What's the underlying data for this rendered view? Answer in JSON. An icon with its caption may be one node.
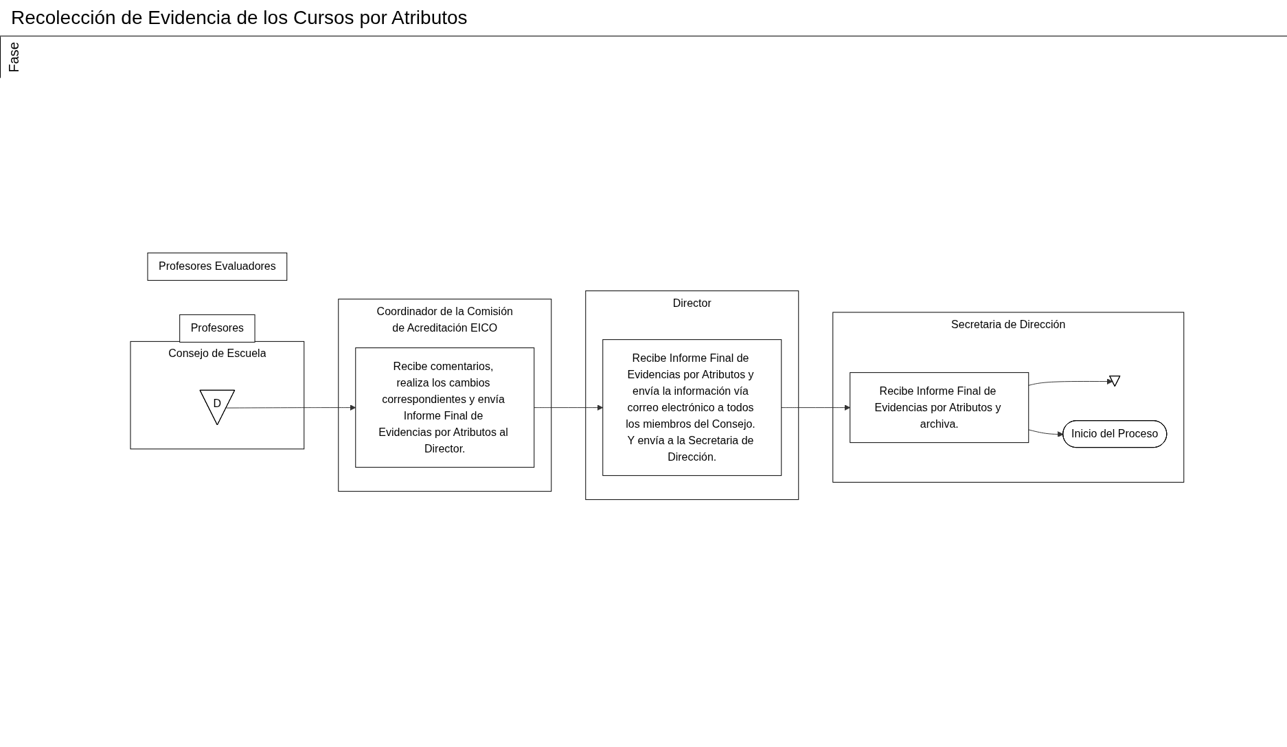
{
  "diagram": {
    "title": "Recolección de Evidencia de los Cursos por Atributos",
    "nodes": [
      {
        "text": [
          "Coordinador de la Comisión de Acreditación EICO"
        ]
      },
      {
        "text": [
          "Director"
        ]
      },
      {
        "text": [
          "Consejo de Escuela"
        ]
      },
      {
        "text": [
          "Secretaria de Dirección"
        ]
      },
      {
        "text": [
          "Profesores"
        ]
      },
      {
        "text": [
          "Profesores Evaluadores"
        ]
      },
      {
        "text": [
          "D"
        ],
        "in": 2
      },
      {
        "text": [
          "Recibe comentarios, realiza los cambios correspondientes y envía Informe Final de Evidencias por Atributos al Director."
        ],
        "in": 0
      },
      {
        "text": [
          "Recibe Informe Final de Evidencias por Atributos y envía la información vía correo electrónico a todos los miembros del Consejo. Y envía a la Secretaria de Dirección."
        ],
        "in": 1
      },
      {
        "text": [
          "Recibe Informe Final de Evidencias por Atributos y archiva."
        ],
        "in": 3
      },
      {
        "text": [],
        "shape": "triangle",
        "in": 3
      },
      {
        "text": [
          "Inicio del Proceso"
        ],
        "in": 3
      }
    ],
    "edges": [
      {
        "from": 6,
        "to": 7,
        "arrow": "to"
      },
      {
        "from": 7,
        "to": 8,
        "arrow": "to"
      },
      {
        "from": 8,
        "to": 9,
        "arrow": "to"
      },
      {
        "from": 9,
        "to": 10,
        "arrow": "to"
      },
      {
        "from": 9,
        "to": 11,
        "arrow": "to"
      }
    ],
    "labels": [
      "Fase"
    ]
  }
}
